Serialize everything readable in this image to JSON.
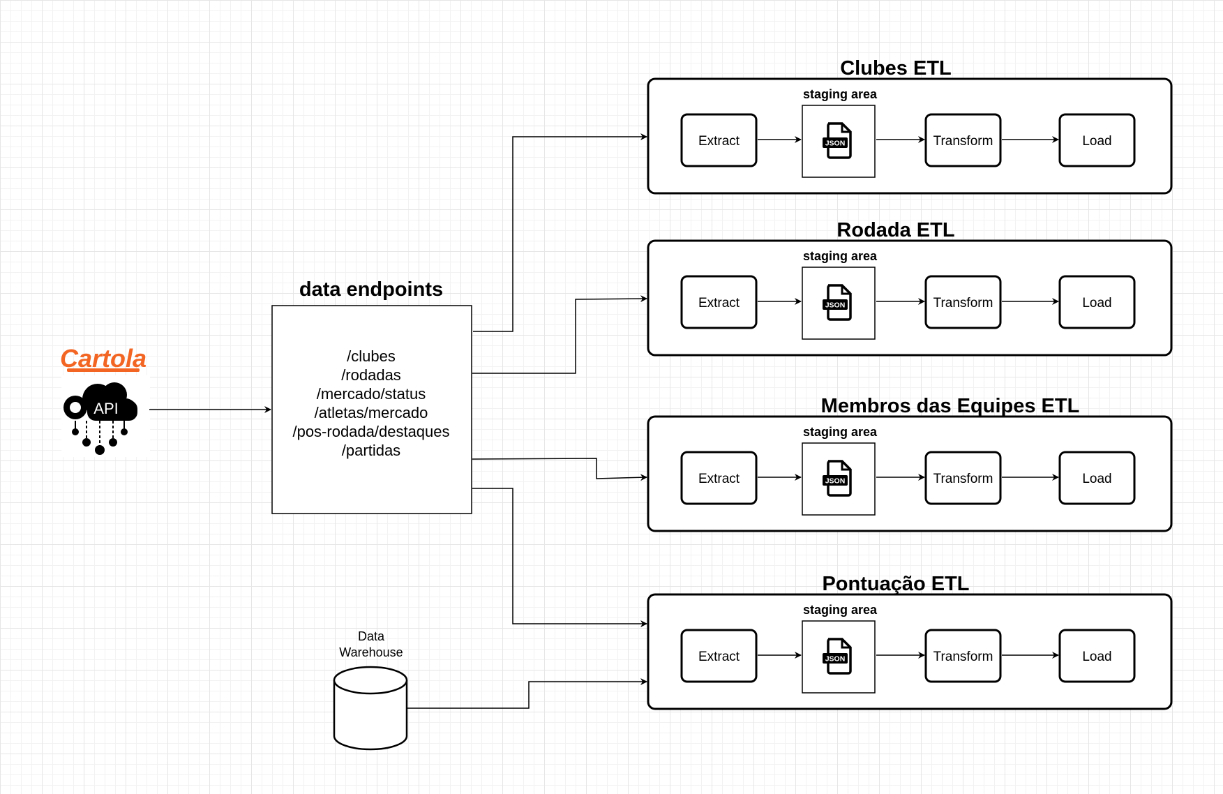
{
  "source": {
    "brand": "Cartola",
    "api_label": "API",
    "brand_color": "#f26522",
    "icon": "cloud-api-icon"
  },
  "endpoints": {
    "title": "data endpoints",
    "items": [
      "/clubes",
      "/rodadas",
      "/mercado/status",
      "/atletas/mercado",
      "/pos-rodada/destaques",
      "/partidas"
    ]
  },
  "warehouse": {
    "label_line1": "Data",
    "label_line2": "Warehouse",
    "icon": "database-cylinder-icon"
  },
  "pipelines": [
    {
      "title": "Clubes ETL",
      "staging": "staging area",
      "steps": {
        "extract": "Extract",
        "transform": "Transform",
        "load": "Load"
      },
      "file_badge": "JSON"
    },
    {
      "title": "Rodada ETL",
      "staging": "staging area",
      "steps": {
        "extract": "Extract",
        "transform": "Transform",
        "load": "Load"
      },
      "file_badge": "JSON"
    },
    {
      "title": "Membros das Equipes ETL",
      "staging": "staging area",
      "steps": {
        "extract": "Extract",
        "transform": "Transform",
        "load": "Load"
      },
      "file_badge": "JSON"
    },
    {
      "title": "Pontuação ETL",
      "staging": "staging area",
      "steps": {
        "extract": "Extract",
        "transform": "Transform",
        "load": "Load"
      },
      "file_badge": "JSON"
    }
  ]
}
